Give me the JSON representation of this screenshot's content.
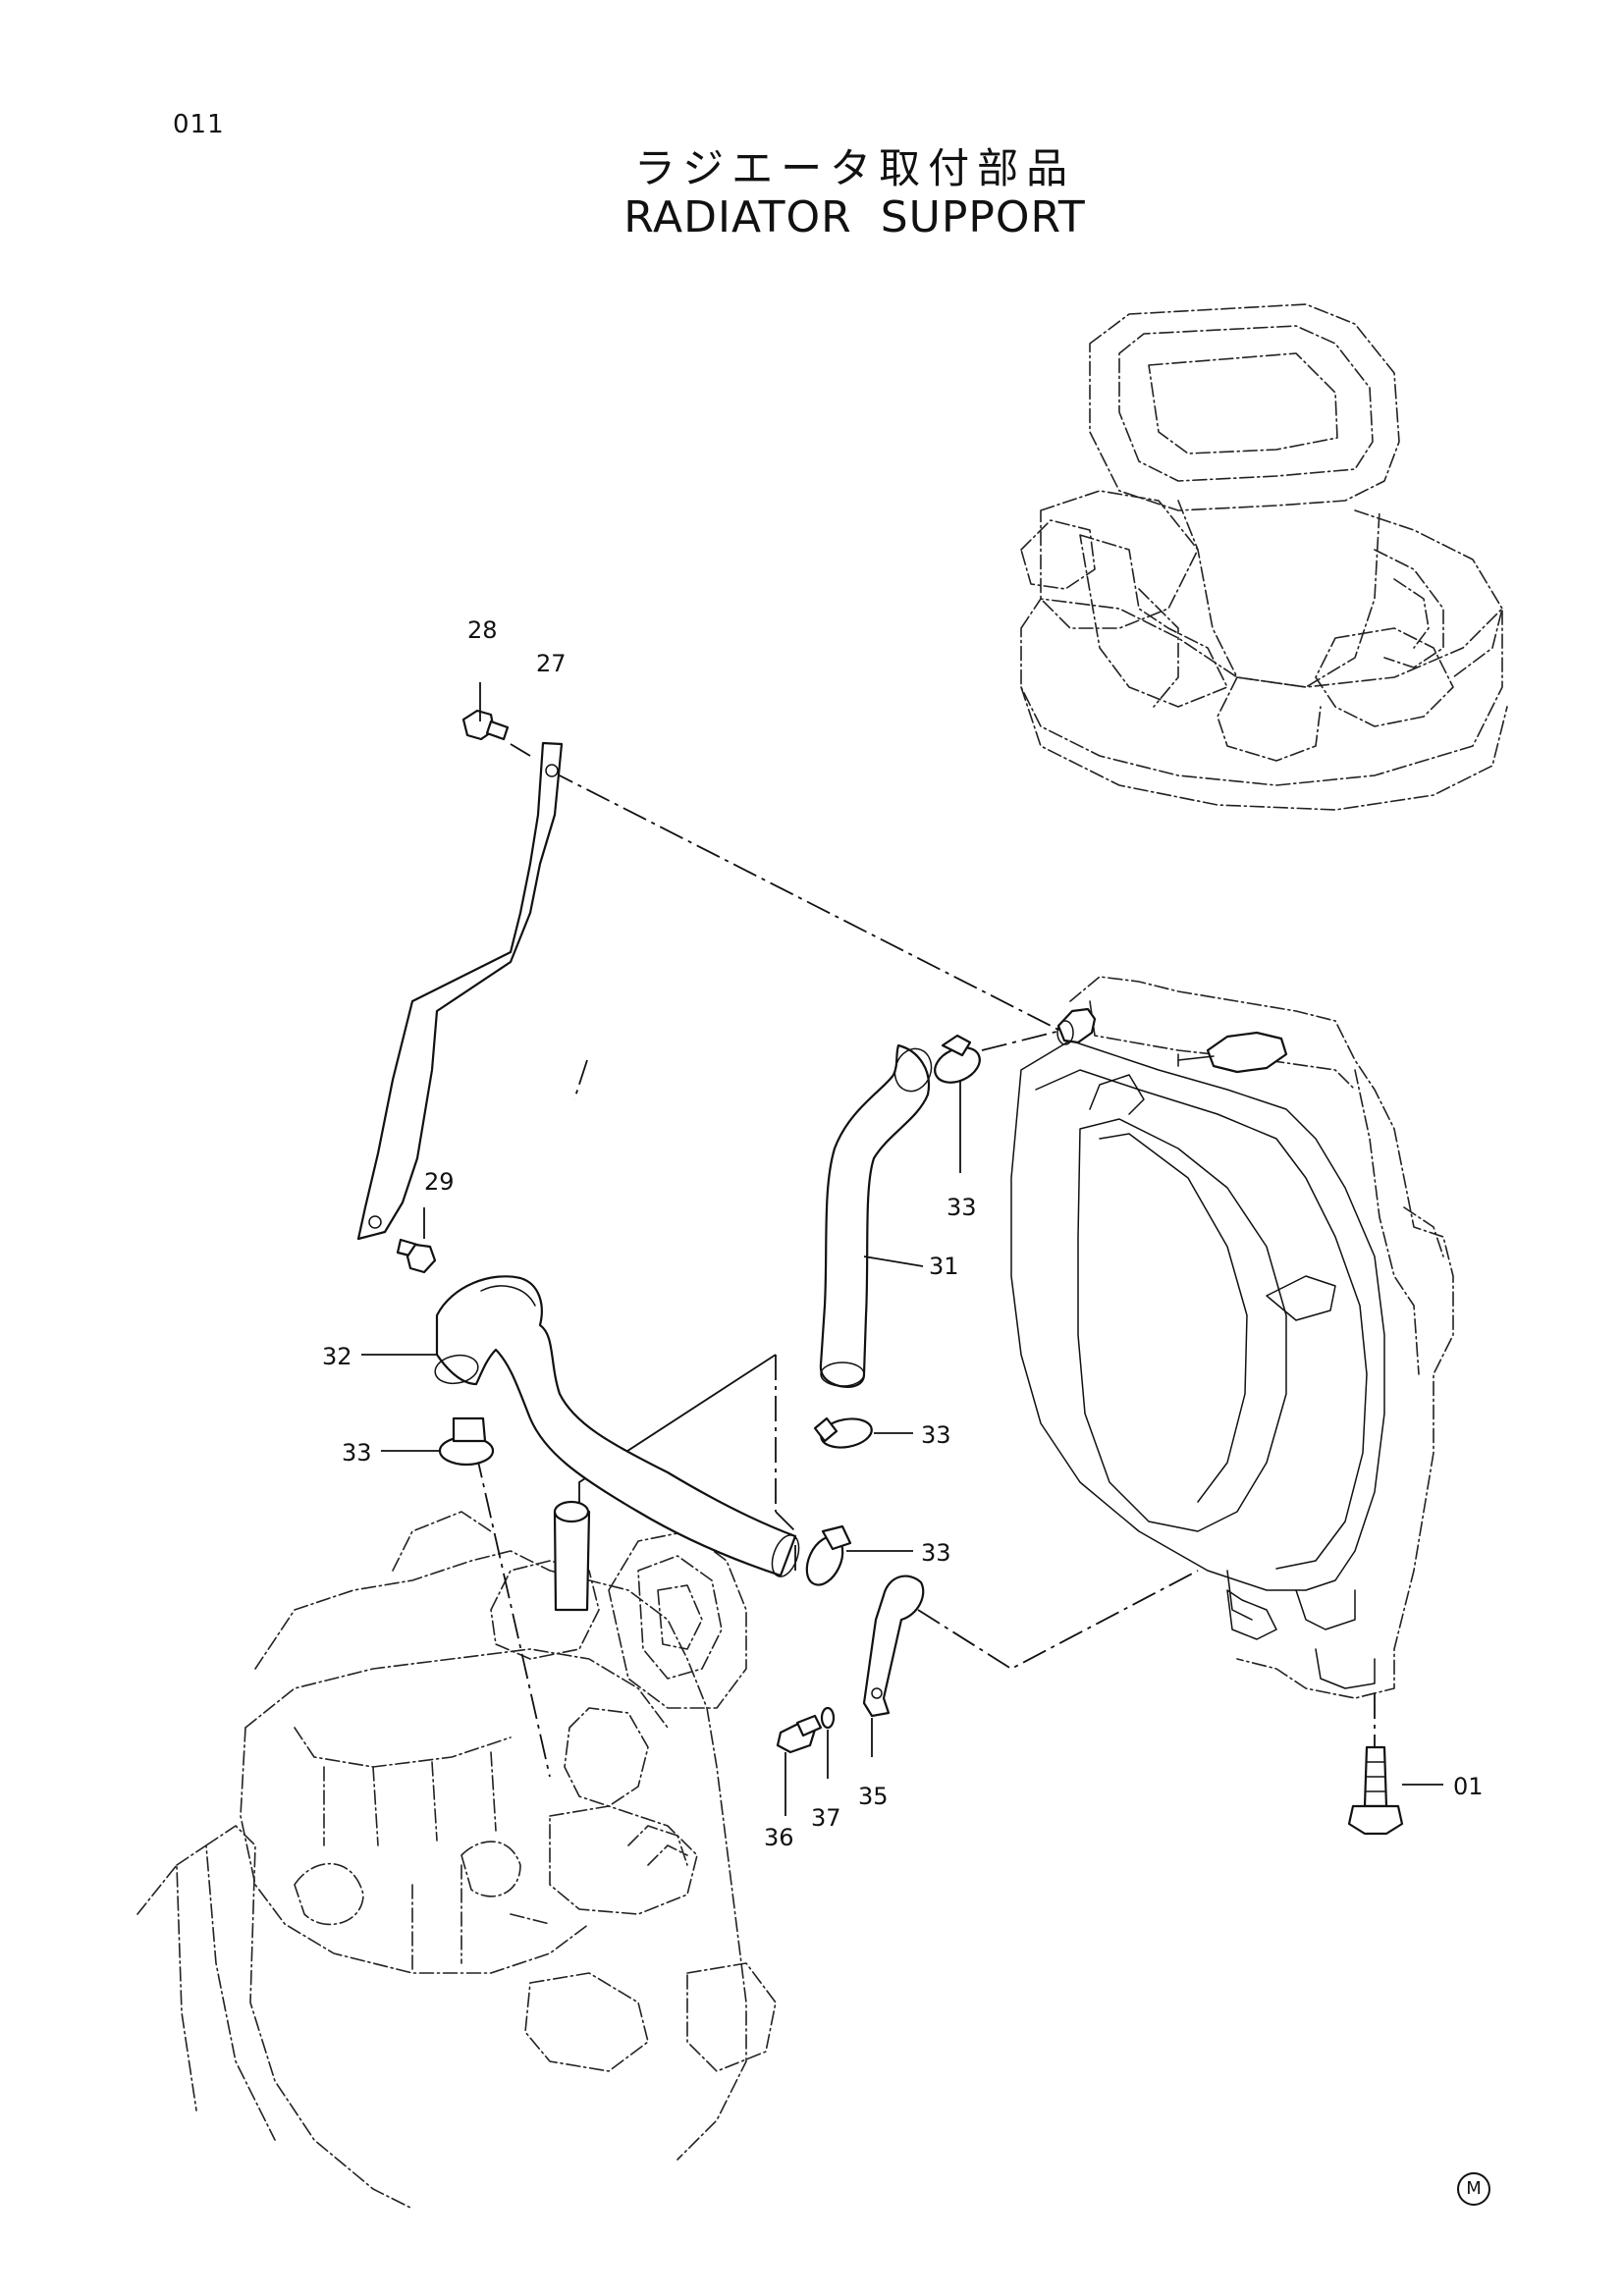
{
  "page_code": "011",
  "title_jp": "ラジエータ取付部品",
  "title_en": "RADIATOR SUPPORT",
  "mark": "M",
  "callouts": {
    "c28": "28",
    "c27": "27",
    "c29": "29",
    "c32": "32",
    "c33a": "33",
    "c33b": "33",
    "c33c": "33",
    "c33d": "33",
    "c31": "31",
    "c36": "36",
    "c37": "37",
    "c35": "35",
    "c01": "01"
  }
}
